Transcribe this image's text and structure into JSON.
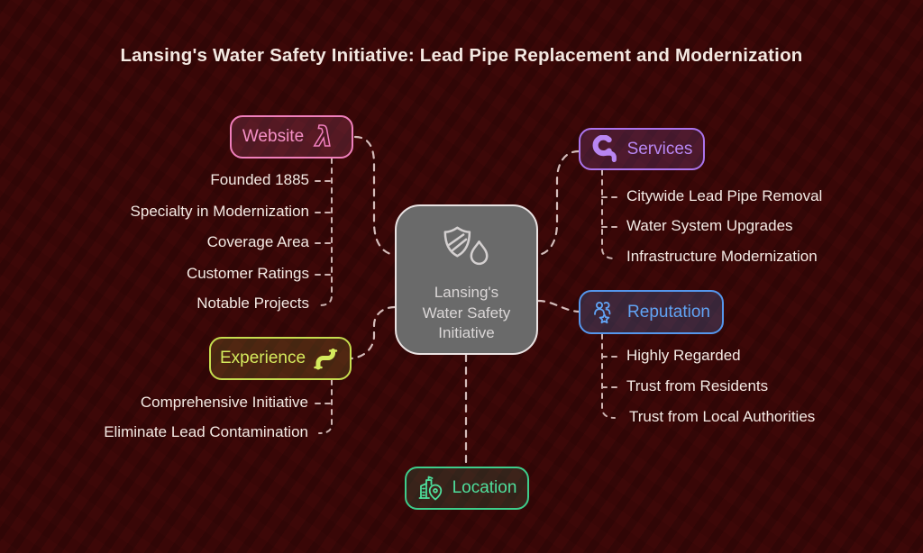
{
  "title": "Lansing's Water Safety Initiative: Lead Pipe Replacement and Modernization",
  "center": {
    "icon": "shield-droplet",
    "lines": [
      "Lansing's",
      "Water Safety",
      "Initiative"
    ]
  },
  "branches": [
    {
      "id": "website",
      "label": "Website",
      "icon": "lambda",
      "accent": "#ef7fbc",
      "items": [
        "Founded 1885",
        "Specialty in Modernization",
        "Coverage Area",
        "Customer Ratings",
        "Notable Projects"
      ]
    },
    {
      "id": "services",
      "label": "Services",
      "icon": "pipes",
      "accent": "#ab74ec",
      "items": [
        "Citywide Lead Pipe Removal",
        "Water System Upgrades",
        "Infrastructure Modernization"
      ]
    },
    {
      "id": "experience",
      "label": "Experience",
      "icon": "s-pipe",
      "accent": "#c6dd4f",
      "items": [
        "Comprehensive Initiative",
        "Eliminate Lead Contamination"
      ]
    },
    {
      "id": "reputation",
      "label": "Reputation",
      "icon": "people-star",
      "accent": "#5596ec",
      "items": [
        "Highly Regarded",
        "Trust from Residents",
        "Trust from Local Authorities"
      ]
    },
    {
      "id": "location",
      "label": "Location",
      "icon": "building-pin",
      "accent": "#3ecd8b",
      "items": []
    }
  ],
  "colors": {
    "background": "#390707",
    "connector": "#d4bcba",
    "text": "#f4eae4",
    "central_fill": "#6a6a6a"
  }
}
